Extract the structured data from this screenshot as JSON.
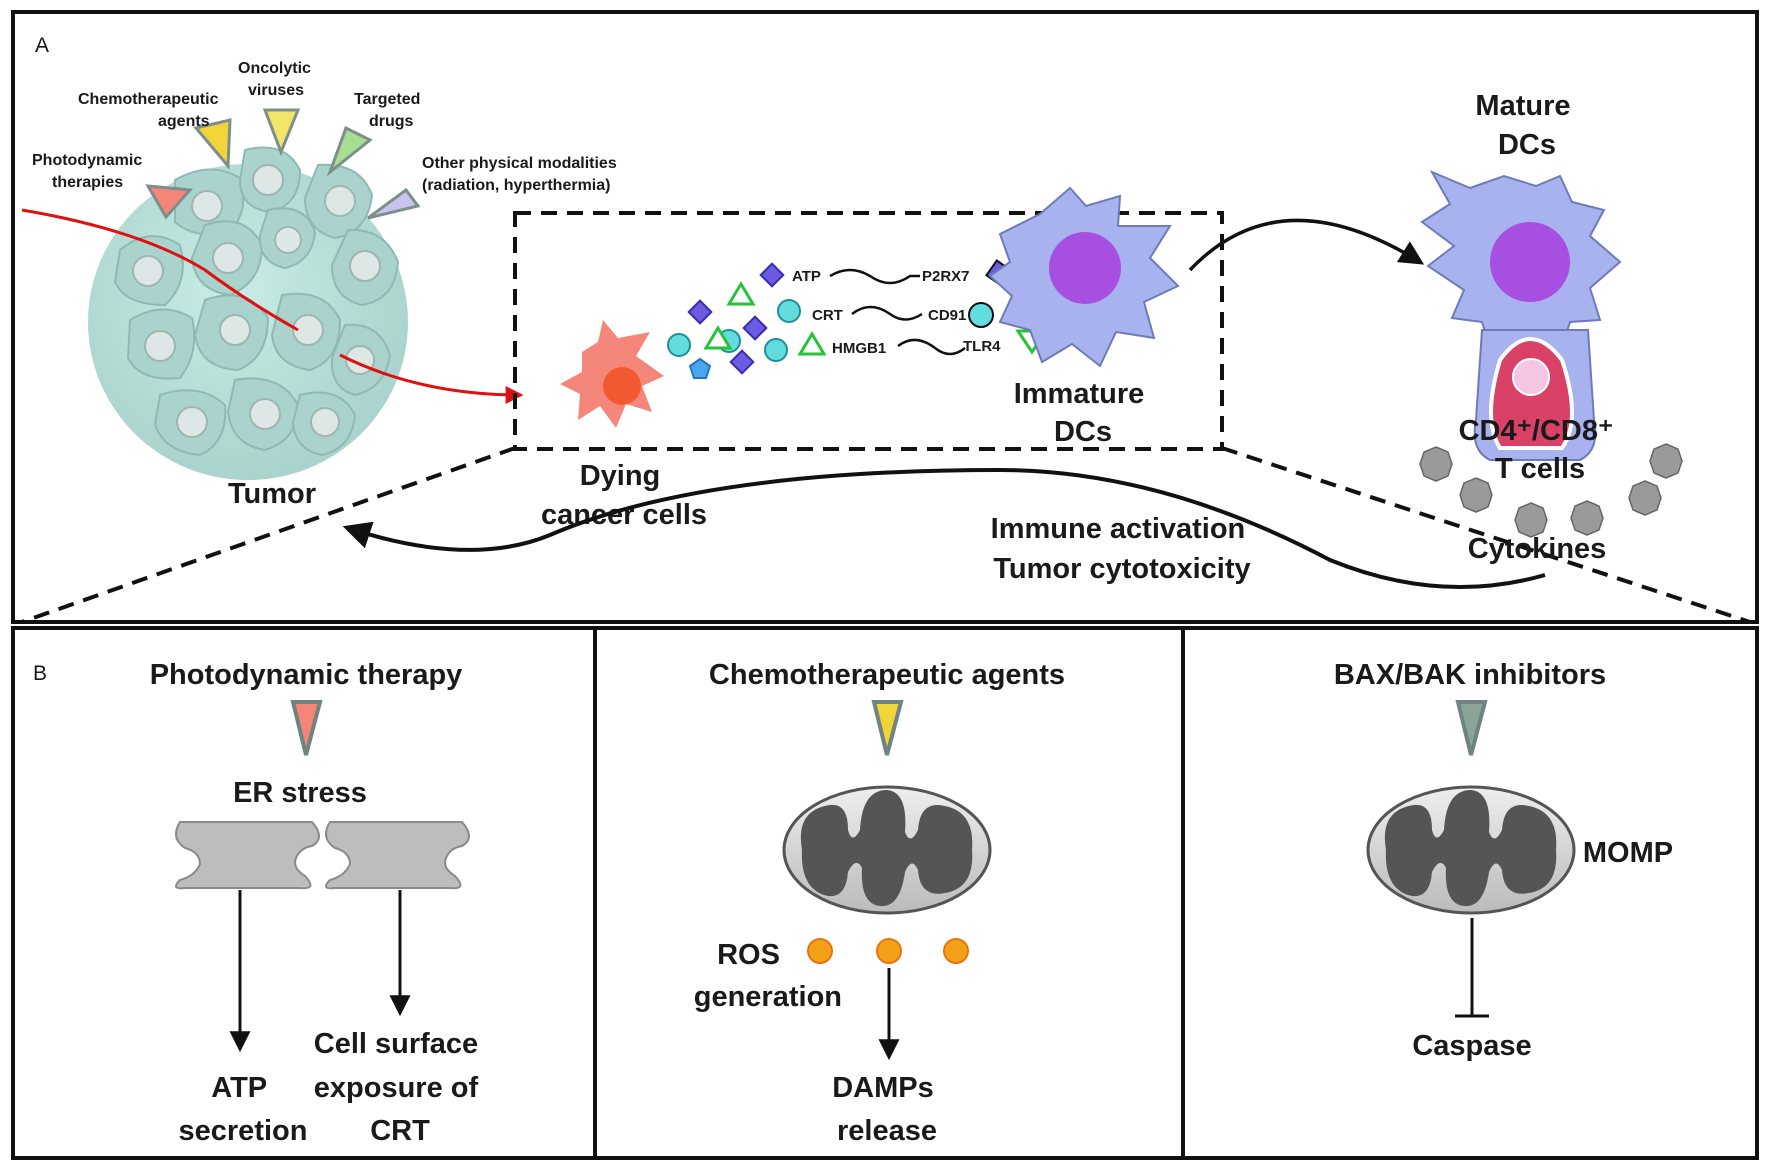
{
  "panel_a": {
    "letter": "A",
    "modalities": {
      "photodynamic": [
        "Photodynamic",
        "therapies"
      ],
      "chemo": [
        "Chemotherapeutic",
        "agents"
      ],
      "oncolytic": [
        "Oncolytic",
        "viruses"
      ],
      "targeted": [
        "Targeted",
        "drugs"
      ],
      "physical": [
        "Other physical modalities",
        "(radiation, hyperthermia)"
      ]
    },
    "tumor_label": "Tumor",
    "dying_label": [
      "Dying",
      "cancer cells"
    ],
    "damp_pairs": [
      {
        "ligand": "ATP",
        "receptor": "P2RX7"
      },
      {
        "ligand": "CRT",
        "receptor": "CD91"
      },
      {
        "ligand": "HMGB1",
        "receptor": "TLR4"
      }
    ],
    "immature_label": [
      "Immature",
      "DCs"
    ],
    "mature_label": [
      "Mature",
      "DCs"
    ],
    "tcell_label": [
      "CD4⁺/CD8⁺",
      "T cells"
    ],
    "cytokines_label": "Cytokines",
    "immune_label": [
      "Immune activation",
      "Tumor cytotoxicity"
    ]
  },
  "panel_b": {
    "letter": "B",
    "pdt": {
      "title": "Photodynamic therapy",
      "stress": "ER stress",
      "atp": [
        "ATP",
        "secretion"
      ],
      "crt": [
        "Cell surface",
        "exposure of",
        "CRT"
      ]
    },
    "chemo": {
      "title": "Chemotherapeutic agents",
      "ros": [
        "ROS",
        "generation"
      ],
      "damps": [
        "DAMPs",
        "release"
      ]
    },
    "baxbak": {
      "title": "BAX/BAK inhibitors",
      "momp": "MOMP",
      "caspase": "Caspase"
    }
  },
  "colors": {
    "tumor_cell": "#a9d3cc",
    "dying_cell": "#f4877a",
    "dc": "#a7b2ee",
    "dc_nucleus": "#a64fe0",
    "t_cell": "#d94266",
    "damp_diamond": "#6a5ce0",
    "damp_circle": "#62dcdd",
    "damp_triangle": "#39d24a",
    "damp_pentagon": "#4ba6f0",
    "wedge_pdt": "#f48577",
    "wedge_chemo": "#f0d43a",
    "wedge_oncolytic": "#f1e66a",
    "wedge_targeted": "#a6de92",
    "wedge_physical": "#c8c4ee",
    "wedge_baxbak": "#8aa598",
    "ros": "#f4a11a",
    "mito": "#555555"
  }
}
